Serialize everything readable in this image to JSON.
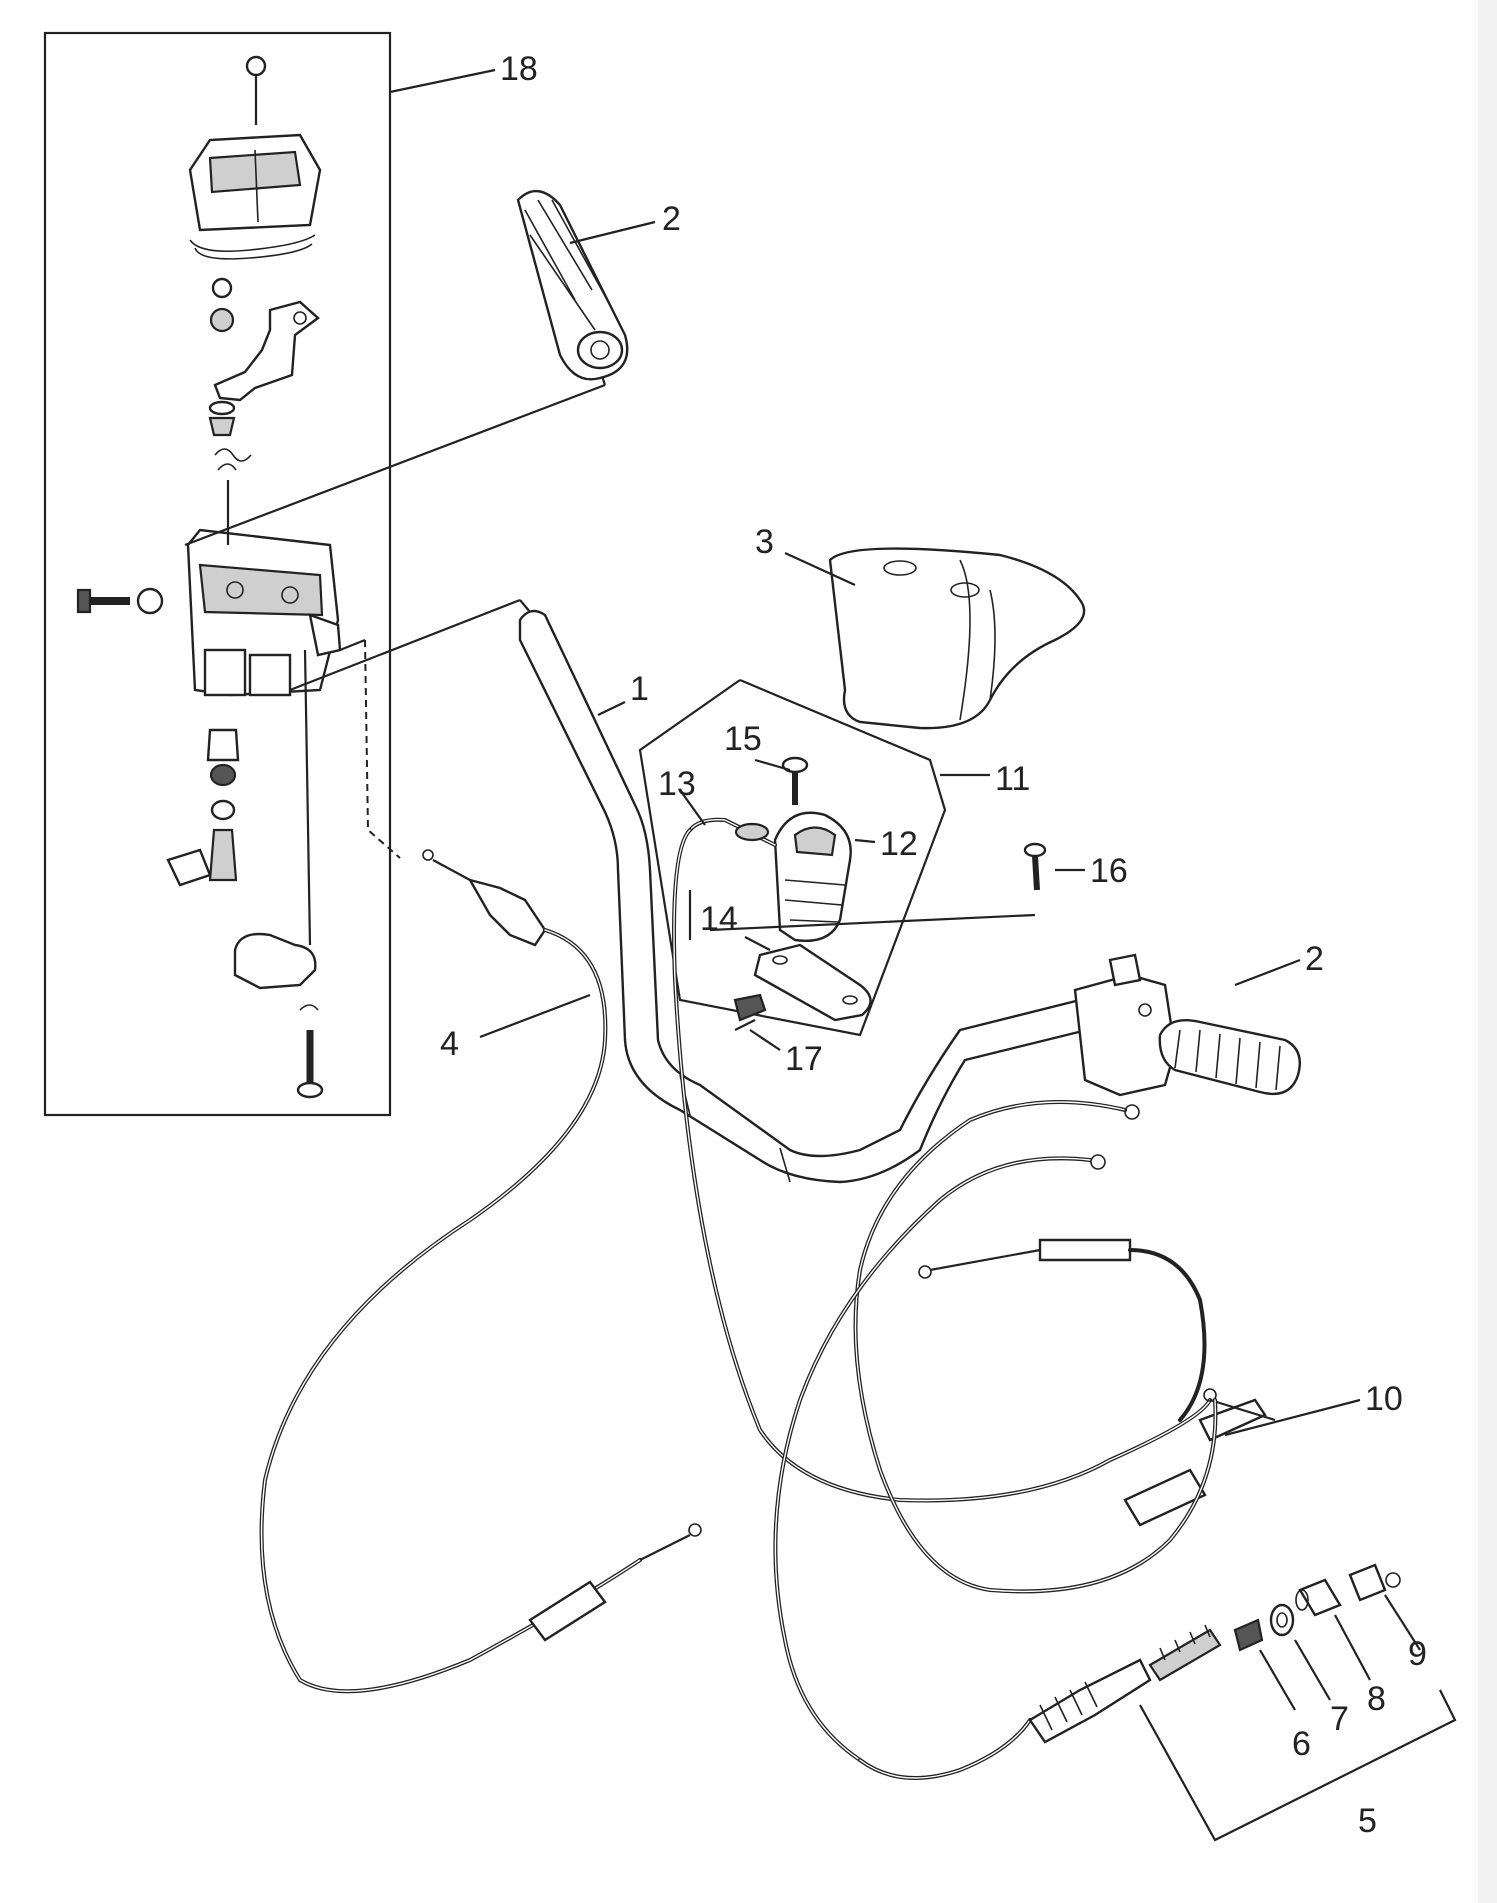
{
  "callouts": {
    "c1": "1",
    "c2a": "2",
    "c2b": "2",
    "c3": "3",
    "c4": "4",
    "c5": "5",
    "c6": "6",
    "c7": "7",
    "c8": "8",
    "c9": "9",
    "c10": "10",
    "c11": "11",
    "c12": "12",
    "c13": "13",
    "c14": "14",
    "c15": "15",
    "c16": "16",
    "c17": "17",
    "c18": "18"
  }
}
